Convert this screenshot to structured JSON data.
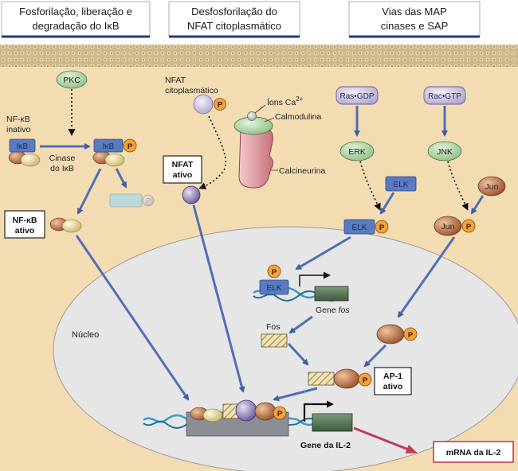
{
  "headers": [
    "Fosforilação, liberação e degradação do IκB",
    "Desfosforilação do NFAT citoplasmático",
    "Vias das MAP cinases e SAP"
  ],
  "header_lines": {
    "h1": [
      "Fosforilação, liberação e",
      "degradação do IκB"
    ],
    "h2": [
      "Desfosforilação do",
      "NFAT citoplasmático"
    ],
    "h3": [
      "Vias das MAP",
      "cinases e SAP"
    ]
  },
  "labels": {
    "pkc": "PKC",
    "nfkb_inativo_1": "NF-κB",
    "nfkb_inativo_2": "inativo",
    "ikb": "IκB",
    "cinase_1": "Cinase",
    "cinase_2": "do IκB",
    "nfkb_ativo_1": "NF-κB",
    "nfkb_ativo_2": "ativo",
    "nfat_cit_1": "NFAT",
    "nfat_cit_2": "citoplasmático",
    "ions_ca": "Íons Ca",
    "ions_sup": "2+",
    "calmodulina": "Calmodulina",
    "calcineurina": "Calcineurina",
    "nfat_ativo_1": "NFAT",
    "nfat_ativo_2": "ativo",
    "ras_gdp": "Ras•GDP",
    "rac_gtp": "Rac•GTP",
    "erk": "ERK",
    "jnk": "JNK",
    "elk": "ELK",
    "jun": "Jun",
    "p": "P",
    "gene_fos_1": "Gene ",
    "gene_fos_2": "fos",
    "fos": "Fos",
    "nucleo": "Núcleo",
    "ap1_1": "AP-1",
    "ap1_2": "ativo",
    "gene_il2": "Gene da IL-2",
    "mrna_il2": "mRNA da IL-2"
  },
  "colors": {
    "cytoplasm": "#f4dcb2",
    "membrane": "#c6b283",
    "nucleus": "#e7e7e7",
    "arrow": "#4f6fb7",
    "phosphate": "#f2a23a",
    "ikb": "#5a7bbf",
    "mrna_arrow": "#c23a55"
  }
}
